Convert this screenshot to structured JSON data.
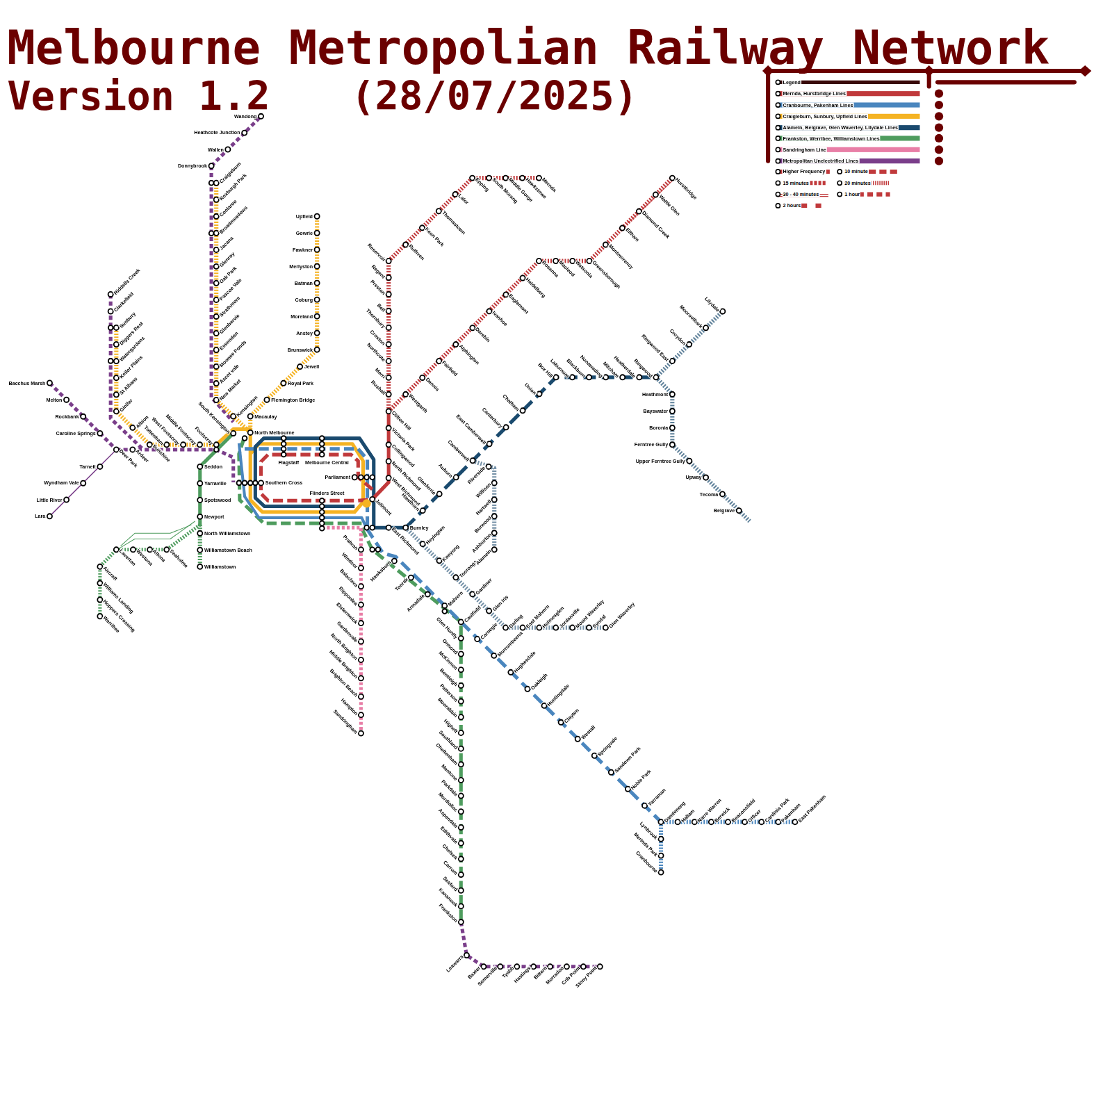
{
  "diagram": {
    "title": "Melbourne Metropolian Railway Network",
    "labels": [
      "Version 1.2",
      "(28/07/2025)",
      "Reservoir",
      "Regent",
      "Preston",
      "Bell",
      "Thornbury",
      "Croxton",
      "Northcote",
      "Merri",
      "Rushall",
      "Ruthven",
      "Keon Park",
      "Thomastown",
      "Lalor",
      "Epping",
      "South Morang",
      "Middle Gorge",
      "Hawkstowe",
      "Mernda",
      "Clifton Hill",
      "Victoria Park",
      "Collingwood",
      "North Richmond",
      "West Richmond",
      "Jolimont",
      "Westgarth",
      "Dennis",
      "Fairfield",
      "Alphington",
      "Darebin",
      "Ivanhoe",
      "Eaglemont",
      "Heidelberg",
      "Rosanna",
      "Macleod",
      "Watsonia",
      "Greensborough",
      "Montmorency",
      "Eltham",
      "Diamond Creek",
      "Wattle Glen",
      "Hurstbridge",
      "Upfield",
      "Gowrie",
      "Fawkner",
      "Merlyston",
      "Batman",
      "Coburg",
      "Moreland",
      "Anstey",
      "Brunswick",
      "Jewell",
      "Royal Park",
      "Flemington Bridge",
      "Macaulay",
      "North Melbourne",
      "Craigieburn",
      "Roxburgh Park",
      "Coolaroo",
      "Broadmeadows",
      "Jacana",
      "Glenroy",
      "Oak Park",
      "Pascoe Vale",
      "Strathmore",
      "Glenbervie",
      "Essendon",
      "Moonee Ponds",
      "Ascot vale",
      "New Market",
      "Kensington",
      "Wandong",
      "Heathcote Junction",
      "Wallen",
      "Donnybrook",
      "Riddells Creek",
      "Clarkefield",
      "Sunbury",
      "Diggers Rest",
      "Watergardens",
      "Keilor Plains",
      "St Albans",
      "Ginifer",
      "Albion",
      "Sunshine",
      "Tottenham",
      "West Footscray",
      "Middle Footscray",
      "Footscray",
      "South Kensington",
      "Bacchus Marsh",
      "Melton",
      "Rockbank",
      "Caroline Springs",
      "Deer Park",
      "Ardeer",
      "Tarneit",
      "Wyndham Vale",
      "Little River",
      "Lara",
      "Seddon",
      "Yarraville",
      "Spotswood",
      "Newport",
      "North Williamstown",
      "Williamstown Beach",
      "Williamstown",
      "Laverton",
      "Westona",
      "Altona",
      "Seaholme",
      "Aircraft",
      "Williams Landing",
      "Hoppers Crossing",
      "Werribee",
      "Southern Cross",
      "Flagstaff",
      "Melbourne Central",
      "Parliament",
      "Flinders Street",
      "Prahran",
      "Windsor",
      "Balaclava",
      "Ripponlea",
      "Elsternwick",
      "Gardenvale",
      "North Brighton",
      "Middle Brighton",
      "Brighton Beach",
      "Hampton",
      "Sandringham",
      "East Richmond",
      "Burnley",
      "Hawksburn",
      "Toorak",
      "Armadale",
      "Malvern",
      "Caulfield",
      "Glen Huntly",
      "Ormond",
      "McKinnon",
      "Bentleigh",
      "Patterson",
      "Moorabbin",
      "Highett",
      "Southland",
      "Cheltenham",
      "Mentone",
      "Parkdale",
      "Mordialloc",
      "Aspendale",
      "Edithvale",
      "Chelsea",
      "Carrum",
      "Seaford",
      "Kananook",
      "Frankston",
      "Leawarra",
      "Baxter",
      "Somerville",
      "Tyabb",
      "Hastings",
      "Bittern",
      "Morradoo",
      "Crib Point",
      "Stony Point",
      "Heyington",
      "Kooyong",
      "Tooronga",
      "Gardiner",
      "Glen Iris",
      "Darling",
      "East Malvern",
      "Holmesglen",
      "Jordanville",
      "Mount Waverley",
      "Syndal",
      "Glen Waverley",
      "Carnegie",
      "Murrumbeena",
      "Hughesdale",
      "Oakleigh",
      "Huntingdale",
      "Clayton",
      "Westall",
      "Springvale",
      "Sandown Park",
      "Noble Park",
      "Yarraman",
      "Dandenong",
      "Hallam",
      "Narre Warren",
      "Berwick",
      "Beaconsfield",
      "Officer",
      "Cardinia Park",
      "Pakenham",
      "East Pakenham",
      "Lynbrook",
      "Merinda Park",
      "Cranbourne",
      "Hawthorn",
      "Glenferrie",
      "Auburn",
      "Camberwell",
      "East Camberwell",
      "Canterbury",
      "Chatham",
      "Union",
      "Box Hill",
      "Laburnum",
      "Blackburn",
      "Nunawading",
      "Mitcham",
      "Heatherdale",
      "Ringwood",
      "Ringwood East",
      "Croydon",
      "Mooroolbark",
      "Lilydale",
      "Heathmont",
      "Bayswater",
      "Boronia",
      "Ferntree Gully",
      "Upper Ferntree Gully",
      "Upway",
      "Tecoma",
      "Belgrave",
      "Riverside",
      "Willison",
      "Hartwell",
      "Burwood",
      "Ashburton",
      "Alamein"
    ],
    "legend": [
      {
        "text": "Legend"
      },
      {
        "text": "Mernda, Hurstbridge Lines",
        "color": "#c0393b"
      },
      {
        "text": "Cranbourne, Pakenham Lines",
        "color": "#4a86be"
      },
      {
        "text": "Craigieburn, Sunbury, Upfield Lines",
        "color": "#f5b323"
      },
      {
        "text": "Alamein, Belgrave, Glen Waverley, Lilydale Lines",
        "color": "#1a4a6e"
      },
      {
        "text": "Frankston, Werribee, Williamstown Lines",
        "color": "#4e9c5e"
      },
      {
        "text": "Sandringham Line",
        "color": "#e87ea6"
      },
      {
        "text": "Metropolitan Unelectrified Lines",
        "color": "#7a3e8a"
      },
      {
        "text": "Higher Frequency"
      },
      {
        "text": "10 minute"
      },
      {
        "text": "15 minutes"
      },
      {
        "text": "20 minutes"
      },
      {
        "text": "30 - 40 minutes"
      },
      {
        "text": "1 hour"
      },
      {
        "text": "2 hours"
      }
    ]
  }
}
